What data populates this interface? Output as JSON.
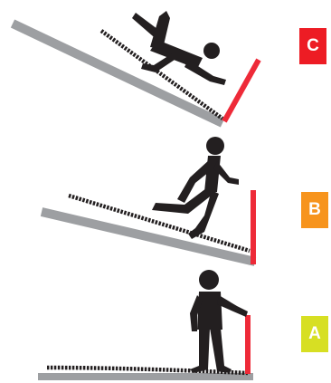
{
  "panels": [
    {
      "id": "C",
      "label": "C",
      "color": "#ed1c24"
    },
    {
      "id": "B",
      "label": "B",
      "color": "#f7941d"
    },
    {
      "id": "A",
      "label": "A",
      "color": "#d7df23"
    }
  ],
  "colors": {
    "ramp": "#9d9fa2",
    "guard": "#ee2a38",
    "figure": "#231f20"
  }
}
